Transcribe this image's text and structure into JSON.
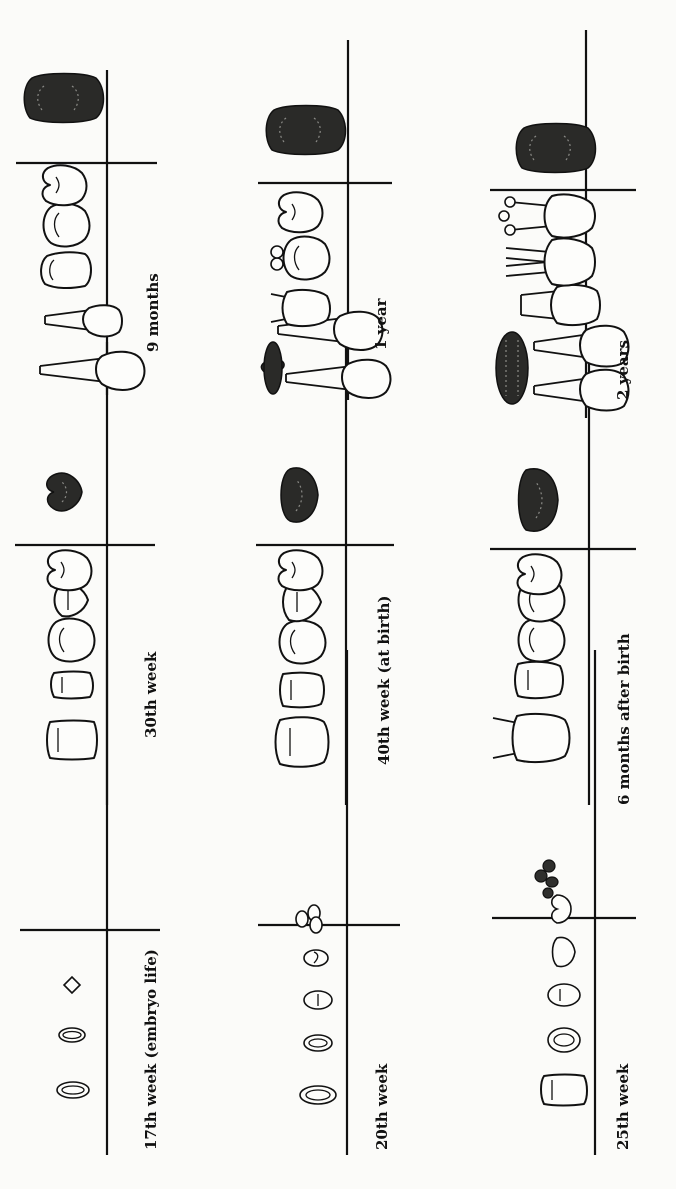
{
  "figure": {
    "panels": [
      {
        "id": "p17",
        "label": "17th week (embryo life)"
      },
      {
        "id": "p20",
        "label": "20th week"
      },
      {
        "id": "p25",
        "label": "25th week"
      },
      {
        "id": "p30",
        "label": "30th week"
      },
      {
        "id": "p40",
        "label": "40th week (at birth)"
      },
      {
        "id": "p6m",
        "label": "6 months after birth"
      },
      {
        "id": "p9m",
        "label": "9 months"
      },
      {
        "id": "p1y",
        "label": "1 year"
      },
      {
        "id": "p2y",
        "label": "2 years"
      }
    ]
  }
}
